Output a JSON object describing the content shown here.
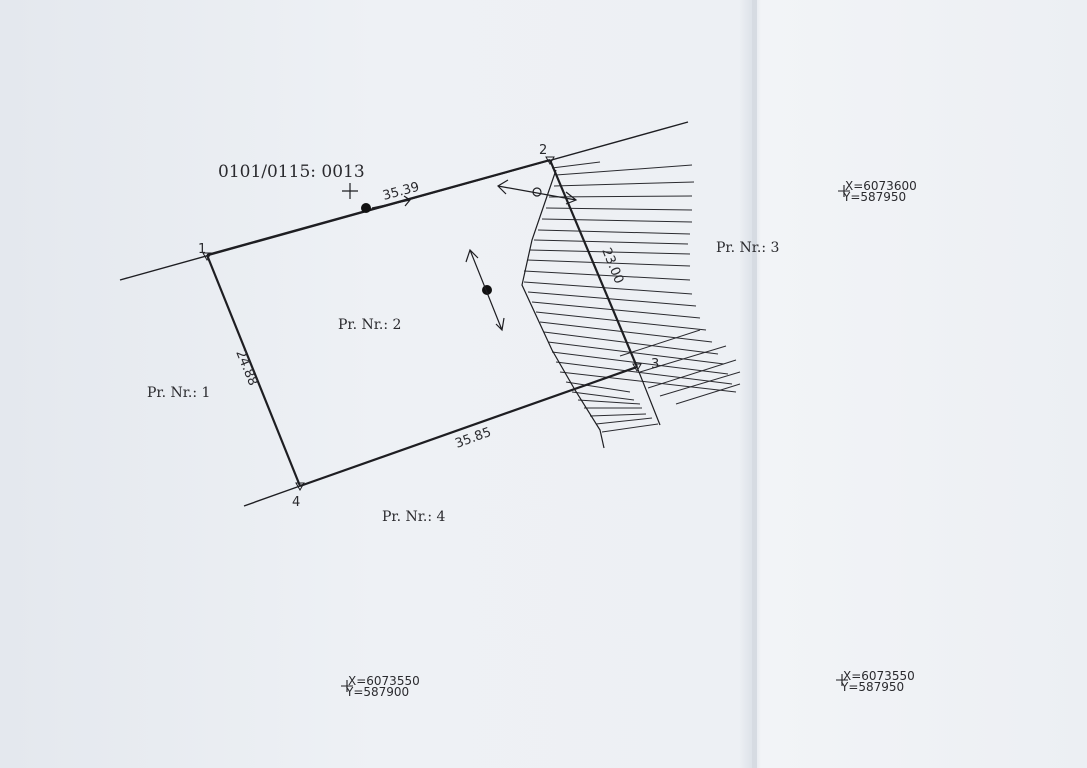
{
  "parcel_id": "0101/0115: 0013",
  "points": {
    "p1": "1",
    "p2": "2",
    "p3": "3",
    "p4": "4"
  },
  "dimensions": {
    "top": "35.39",
    "left": "24.88",
    "bottom": "35.85",
    "right": "23.00"
  },
  "parcels": {
    "center": "Pr. Nr.: 2",
    "west": "Pr. Nr.: 1",
    "east": "Pr. Nr.: 3",
    "south": "Pr. Nr.: 4"
  },
  "grid_marks": [
    {
      "x": "X=6073600",
      "y": "Y=587950"
    },
    {
      "x": "X=6073550",
      "y": "Y=587900"
    },
    {
      "x": "X=6073550",
      "y": "Y=587950"
    }
  ]
}
